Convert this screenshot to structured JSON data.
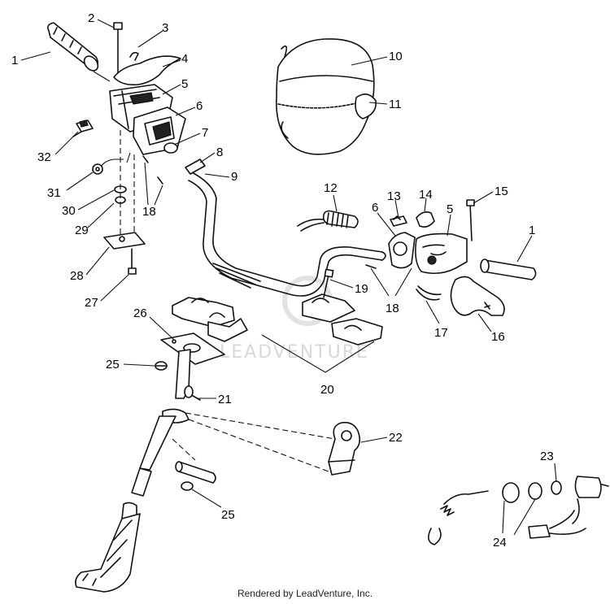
{
  "callouts": [
    "1",
    "2",
    "3",
    "4",
    "5",
    "6",
    "7",
    "8",
    "9",
    "10",
    "11",
    "32",
    "31",
    "30",
    "29",
    "18",
    "28",
    "27",
    "12",
    "13",
    "14",
    "5",
    "15",
    "6",
    "1",
    "18",
    "19",
    "17",
    "16",
    "26",
    "25",
    "20",
    "21",
    "22",
    "23",
    "24",
    "25"
  ],
  "watermark": "LEADVENTURE",
  "footer": "Rendered by LeadVenture, Inc."
}
